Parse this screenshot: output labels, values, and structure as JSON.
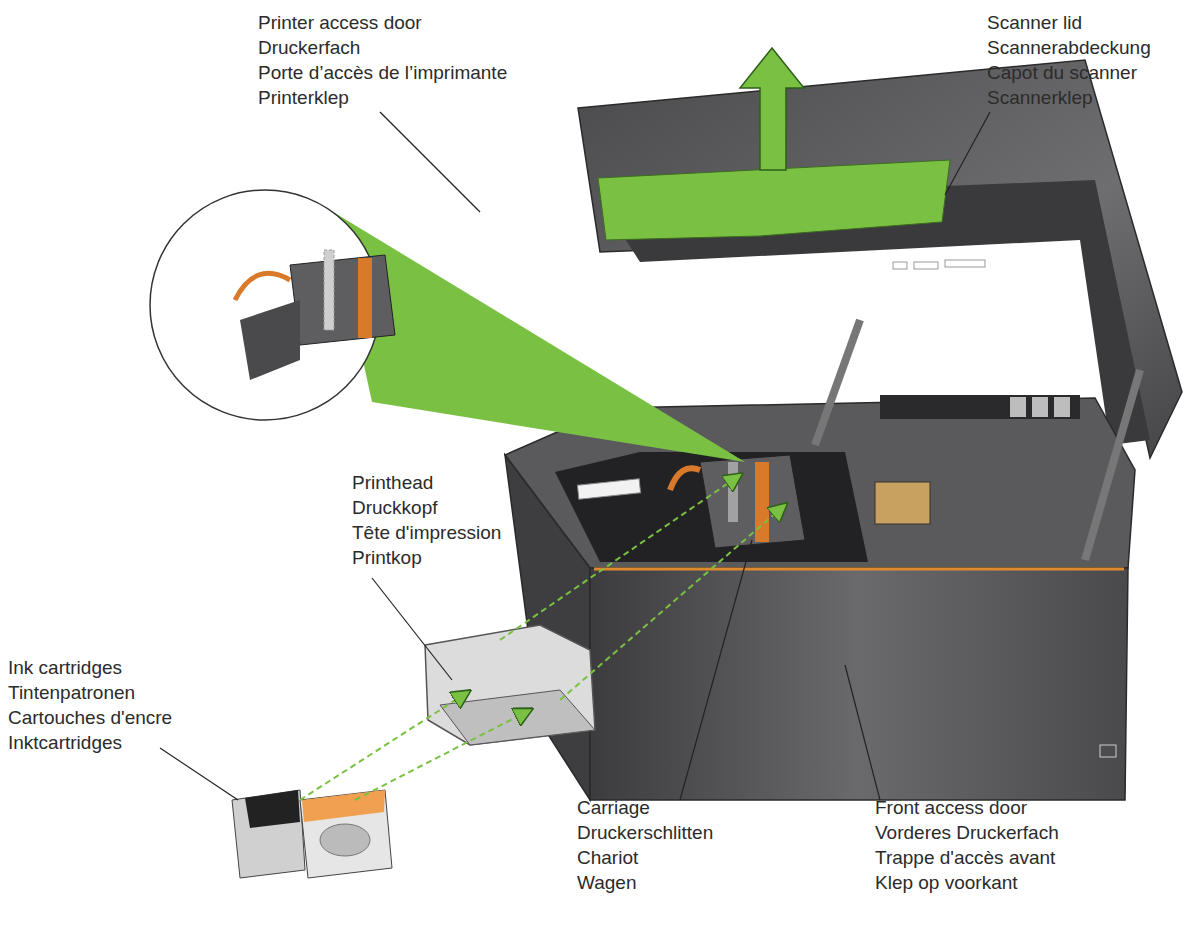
{
  "diagram": {
    "labels": [
      "Printer access door",
      "Druckerfach",
      "Porte d’accès de l’imprimante",
      "Printerklep",
      "Scanner lid",
      "Scannerabdeckung",
      "Capot du scanner",
      "Scannerklep",
      "Printhead",
      "Druckkopf",
      "Tête d'impression",
      "Printkop",
      "Ink cartridges",
      "Tintenpatronen",
      "Cartouches d'encre",
      "Inktcartridges",
      "Carriage",
      "Druckerschlitten",
      "Chariot",
      "Wagen",
      "Front access door",
      "Vorderes Druckerfach",
      "Trappe d'accès avant",
      "Klep op voorkant"
    ]
  }
}
